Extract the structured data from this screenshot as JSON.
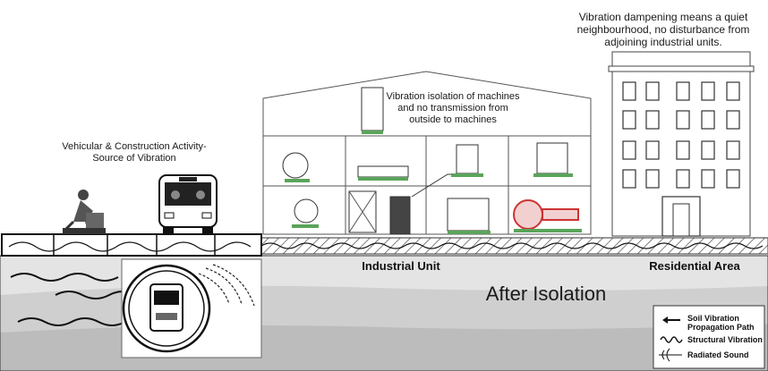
{
  "captions": {
    "vehicular": "Vehicular & Construction Activity-\nSource of Vibration",
    "machines": "Vibration isolation of machines\nand no transmission from\noutside to machines",
    "residential_note": "Vibration dampening means a quiet\nneighbourhood, no disturbance from\nadjoining industrial units."
  },
  "zones": {
    "industrial": "Industrial Unit",
    "residential": "Residential Area",
    "state": "After Isolation"
  },
  "legend": {
    "items": [
      {
        "icon": "arrow-left-icon",
        "label": "Soil Vibration\nPropagation Path"
      },
      {
        "icon": "wave-icon",
        "label": "Structural Vibration"
      },
      {
        "icon": "radiated-sound-icon",
        "label": "Radiated Sound"
      }
    ]
  },
  "colors": {
    "ground_top": "#d9d9d9",
    "ground_mid": "#c8c8c8",
    "ground_deep": "#b8b8b8",
    "isolation_pad": "#5aa45a",
    "machine_red": "#cc3333"
  }
}
